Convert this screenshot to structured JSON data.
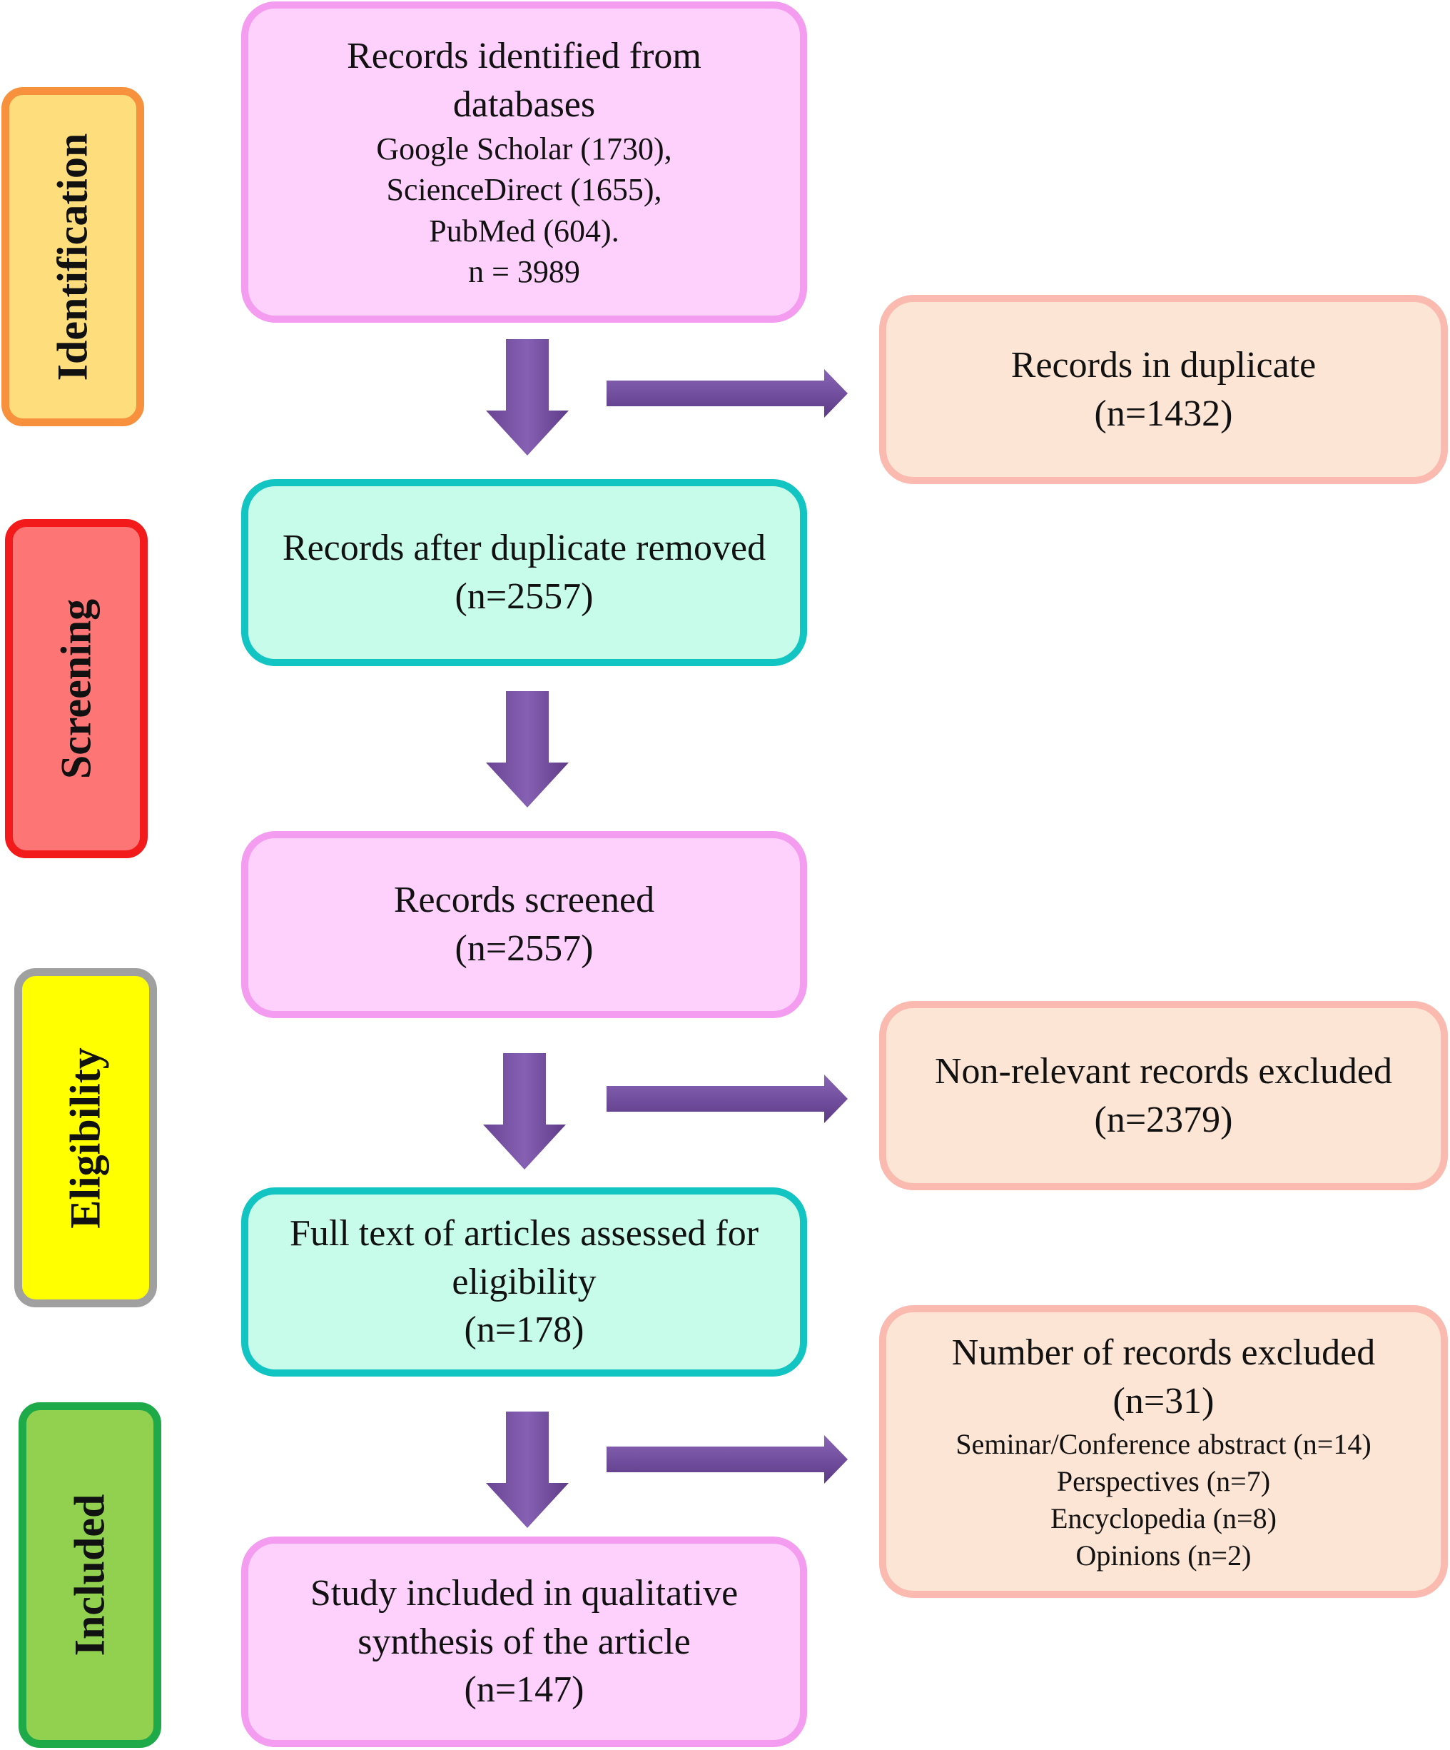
{
  "stages": {
    "identification": "Identification",
    "screening": "Screening",
    "eligibility": "Eligibility",
    "included": "Included"
  },
  "colors": {
    "identification_fill": "#fede7c",
    "identification_border": "#f8913e",
    "screening_fill": "#fe7575",
    "screening_border": "#f21a1a",
    "eligibility_fill": "#ffff00",
    "eligibility_border": "#a0a0a0",
    "included_fill": "#92d050",
    "included_border": "#1faa4a",
    "pink_fill": "#fed1fd",
    "teal_fill": "#c6fce9",
    "peach_fill": "#fde5d5",
    "arrow": "#7a52a4"
  },
  "boxes": {
    "identified": {
      "title1": "Records identified from",
      "title2": "databases",
      "line1": "Google Scholar (1730),",
      "line2": "ScienceDirect (1655),",
      "line3": "PubMed (604).",
      "count": "n = 3989"
    },
    "duplicate": {
      "title": "Records in duplicate",
      "count": "(n=1432)"
    },
    "after_duplicate": {
      "title": "Records after duplicate removed",
      "count": "(n=2557)"
    },
    "screened": {
      "title": "Records screened",
      "count": "(n=2557)"
    },
    "non_relevant": {
      "title": "Non-relevant records excluded",
      "count": "(n=2379)"
    },
    "full_text": {
      "title1": "Full text of articles assessed for",
      "title2": "eligibility",
      "count": "(n=178)"
    },
    "excluded": {
      "title": "Number of records excluded",
      "count": "(n=31)",
      "reasons": [
        "Seminar/Conference abstract (n=14)",
        "Perspectives (n=7)",
        "Encyclopedia (n=8)",
        "Opinions (n=2)"
      ]
    },
    "included": {
      "title1": "Study included in qualitative",
      "title2": "synthesis of the article",
      "count": "(n=147)"
    }
  }
}
